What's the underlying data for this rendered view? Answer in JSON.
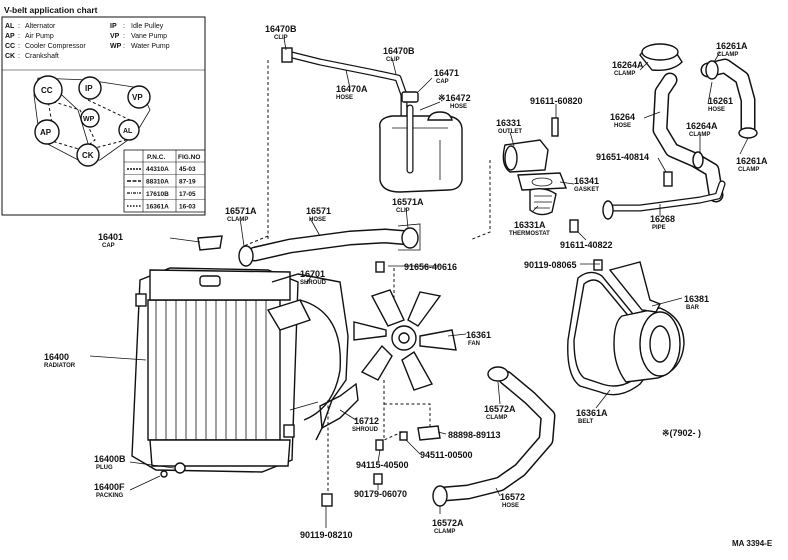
{
  "chart_title": "V-belt application chart",
  "legend": [
    {
      "code": "AL",
      "name": "Alternator"
    },
    {
      "code": "AP",
      "name": "Air Pump"
    },
    {
      "code": "CC",
      "name": "Cooler Compressor"
    },
    {
      "code": "CK",
      "name": "Crankshaft"
    },
    {
      "code": "IP",
      "name": "Idle Pulley"
    },
    {
      "code": "VP",
      "name": "Vane Pump"
    },
    {
      "code": "WP",
      "name": "Water Pump"
    }
  ],
  "pulleys": [
    "CC",
    "IP",
    "VP",
    "WP",
    "AP",
    "AL",
    "CK"
  ],
  "table": {
    "headers": [
      "P.N.C.",
      "FIG.NO"
    ],
    "rows": [
      [
        "44310A",
        "45-03"
      ],
      [
        "88310A",
        "87-19"
      ],
      [
        "17610B",
        "17-05"
      ],
      [
        "16361A",
        "16-03"
      ]
    ]
  },
  "parts": {
    "p16470B_a": {
      "pn": "16470B",
      "name": "CLIP"
    },
    "p16470B_b": {
      "pn": "16470B",
      "name": "CLIP"
    },
    "p16470A": {
      "pn": "16470A",
      "name": "HOSE"
    },
    "p16471": {
      "pn": "16471",
      "name": "CAP"
    },
    "p16472": {
      "pn": "※16472",
      "name": "HOSE"
    },
    "p91611_60820": {
      "pn": "91611-60820",
      "name": ""
    },
    "p16331": {
      "pn": "16331",
      "name": "OUTLET"
    },
    "p16341": {
      "pn": "16341",
      "name": "GASKET"
    },
    "p16331A": {
      "pn": "16331A",
      "name": "THERMOSTAT"
    },
    "p91611_40822": {
      "pn": "91611-40822",
      "name": ""
    },
    "p16264A_a": {
      "pn": "16264A",
      "name": "CLAMP"
    },
    "p16261A_a": {
      "pn": "16261A",
      "name": "CLAMP"
    },
    "p16261": {
      "pn": "16261",
      "name": "HOSE"
    },
    "p16264": {
      "pn": "16264",
      "name": "HOSE"
    },
    "p16264A_b": {
      "pn": "16264A",
      "name": "CLAMP"
    },
    "p16261A_b": {
      "pn": "16261A",
      "name": "CLAMP"
    },
    "p91651_40814": {
      "pn": "91651-40814",
      "name": ""
    },
    "p16268": {
      "pn": "16268",
      "name": "PIPE"
    },
    "p16571A_a": {
      "pn": "16571A",
      "name": "CLAMP"
    },
    "p16571": {
      "pn": "16571",
      "name": "HOSE"
    },
    "p16571A_b": {
      "pn": "16571A",
      "name": "CLIP"
    },
    "p16401": {
      "pn": "16401",
      "name": "CAP"
    },
    "p16701": {
      "pn": "16701",
      "name": "SHROUD"
    },
    "p91656_40616": {
      "pn": "91656-40616",
      "name": ""
    },
    "p90119_08065": {
      "pn": "90119-08065",
      "name": ""
    },
    "p16381": {
      "pn": "16381",
      "name": "BAR"
    },
    "p16400": {
      "pn": "16400",
      "name": "RADIATOR"
    },
    "p16361": {
      "pn": "16361",
      "name": "FAN"
    },
    "p16572A_a": {
      "pn": "16572A",
      "name": "CLAMP"
    },
    "p16361A": {
      "pn": "16361A",
      "name": "BELT"
    },
    "p16712": {
      "pn": "16712",
      "name": "SHROUD"
    },
    "p88898_89113": {
      "pn": "88898-89113",
      "name": ""
    },
    "p16400B": {
      "pn": "16400B",
      "name": "PLUG"
    },
    "p94115_40500": {
      "pn": "94115-40500",
      "name": ""
    },
    "p94511_00500": {
      "pn": "94511-00500",
      "name": ""
    },
    "p16400F": {
      "pn": "16400F",
      "name": "PACKING"
    },
    "p90179_06070": {
      "pn": "90179-06070",
      "name": ""
    },
    "p16572": {
      "pn": "16572",
      "name": "HOSE"
    },
    "p16572A_b": {
      "pn": "16572A",
      "name": "CLAMP"
    },
    "p90119_08210": {
      "pn": "90119-08210",
      "name": ""
    }
  },
  "date_note": "※(7902-      )",
  "ref": "MA  3394-E"
}
